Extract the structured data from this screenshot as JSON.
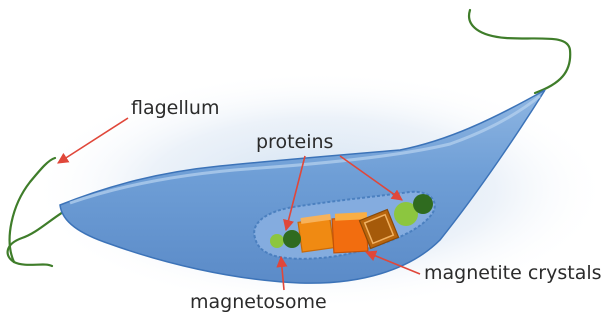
{
  "labels": {
    "flagellum": "flagellum",
    "proteins": "proteins",
    "magnetite_crystals": "magnetite crystals",
    "magnetosome": "magnetosome"
  },
  "colors": {
    "cell_body": "#6e9ed6",
    "cell_edge": "#3c73b8",
    "flagellum": "#3f7d2a",
    "arrow": "#e0473a",
    "crystal_orange": "#f08a12",
    "crystal_brown": "#b8650c",
    "protein_light": "#8cc63f",
    "protein_dark": "#2f6b1f",
    "label_text": "#2b2b2b"
  }
}
